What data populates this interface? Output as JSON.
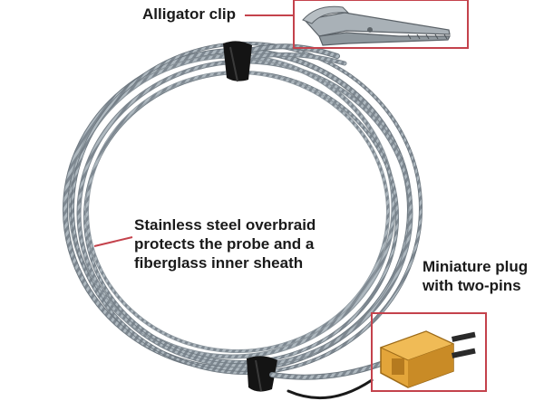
{
  "callouts": {
    "alligator_clip": {
      "lines": [
        "Alligator clip"
      ]
    },
    "overbraid": {
      "lines": [
        "Stainless steel overbraid",
        "protects the probe and a",
        "fiberglass inner sheath"
      ]
    },
    "plug": {
      "lines": [
        "Miniature plug",
        "with two-pins"
      ]
    }
  },
  "colors": {
    "callout_line": "#c4424c",
    "cable_dark": "#6e7880",
    "cable_light": "#c9d1d6",
    "plug_body": "#e3a53a",
    "plug_shadow": "#b57a1f",
    "pin_dark": "#2a2a2a",
    "clip_metal": "#9aa2a8",
    "tie_black": "#141414"
  }
}
